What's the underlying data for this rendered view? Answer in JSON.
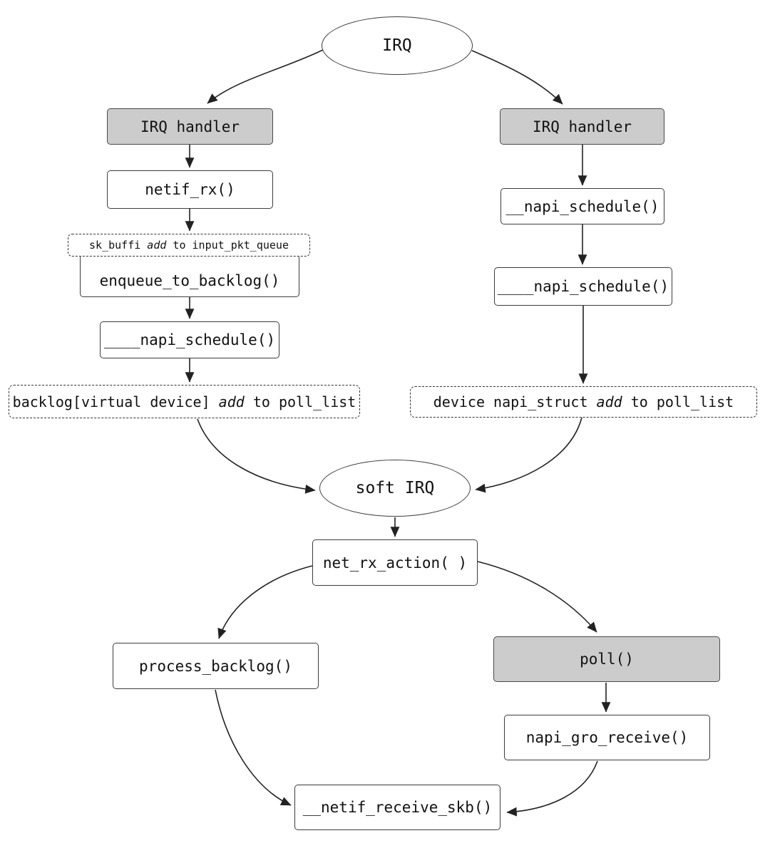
{
  "diagram": {
    "nodes": {
      "irq": {
        "label": "IRQ"
      },
      "irq_handler_left": {
        "label": "IRQ handler"
      },
      "netif_rx": {
        "label": "netif_rx()"
      },
      "sk_buff_note": {
        "pre": "sk_buffi ",
        "emph": "add",
        "post": " to input_pkt_queue"
      },
      "enqueue_to_backlog": {
        "label": "enqueue_to_backlog()"
      },
      "napi_schedule4_left": {
        "label": "____napi_schedule()"
      },
      "backlog_note": {
        "pre": "backlog[virtual device] ",
        "emph": "add",
        "post": " to poll_list"
      },
      "irq_handler_right": {
        "label": "IRQ handler"
      },
      "napi_schedule2": {
        "label": "__napi_schedule()"
      },
      "napi_schedule4_right": {
        "label": "____napi_schedule()"
      },
      "device_note": {
        "pre": "device napi_struct ",
        "emph": "add",
        "post": " to poll_list"
      },
      "soft_irq": {
        "label": "soft IRQ"
      },
      "net_rx_action": {
        "label": "net_rx_action( )"
      },
      "process_backlog": {
        "label": "process_backlog()"
      },
      "poll": {
        "label": "poll()"
      },
      "napi_gro_receive": {
        "label": "napi_gro_receive()"
      },
      "netif_receive_skb": {
        "label": "__netif_receive_skb()"
      }
    },
    "colors": {
      "highlight_fill": "#cccccc",
      "node_fill": "#ffffff",
      "stroke": "#222222"
    }
  }
}
